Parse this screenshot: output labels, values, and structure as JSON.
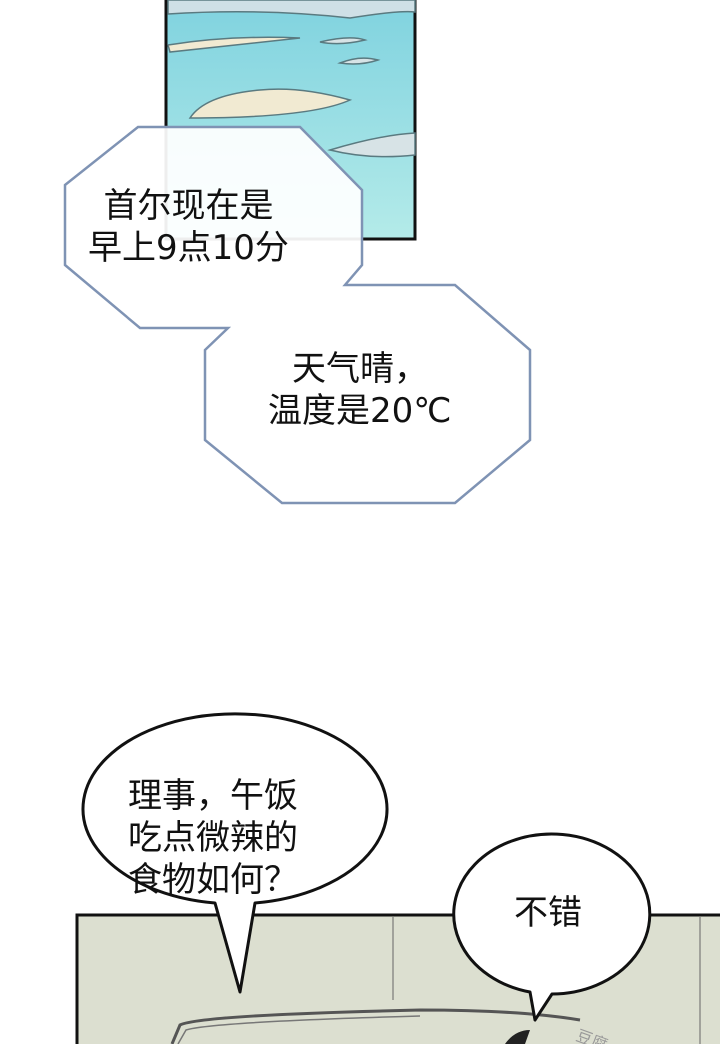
{
  "panel1": {
    "caption_time": [
      "首尔现在是",
      "早上9点10分"
    ],
    "caption_weather": [
      "天气晴，",
      "温度是20℃"
    ],
    "sky_color": "#8fdce4",
    "caption_border_color": "#7f93b4"
  },
  "panel2": {
    "speech_left": [
      "理事，午饭",
      "吃点微辣的",
      "食物如何？"
    ],
    "speech_right": "不错",
    "background_color": "#dcdfd0",
    "watermark": "豆腐"
  }
}
